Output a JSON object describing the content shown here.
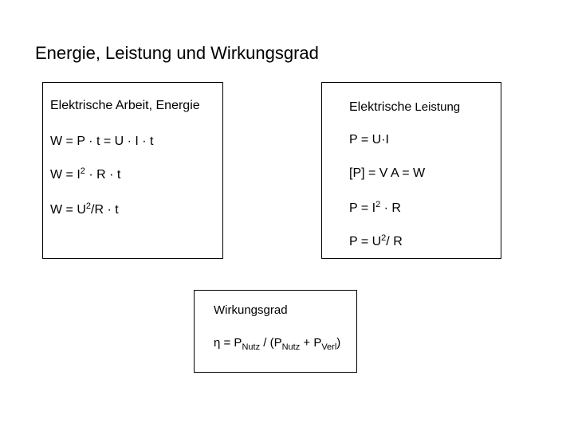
{
  "title": "Energie, Leistung und Wirkungsgrad",
  "left_box": {
    "heading": "Elektrische Arbeit, Energie",
    "formula_1": "W = P · t = U · I · t",
    "formula_2_a": "W = I",
    "formula_2_sup": "2",
    "formula_2_b": " · R · t",
    "formula_3_a": "W = U",
    "formula_3_sup": "2",
    "formula_3_b": "/R · t"
  },
  "right_box": {
    "heading_bold": "Elektrische",
    "heading_light": " Leistung",
    "formula_1": "P  = U·I",
    "formula_2": "[P] = V A = W",
    "formula_3_a": "P  = I",
    "formula_3_sup": "2",
    "formula_3_b": " · R",
    "formula_4_a": "P  = U",
    "formula_4_sup": "2",
    "formula_4_b": "/ R"
  },
  "bottom_box": {
    "heading": "Wirkungsgrad",
    "eta": "η = P",
    "sub_1": "Nutz",
    "mid": " / (P",
    "sub_2": "Nutz",
    "plus": " + P",
    "sub_3": "Verl",
    "end": ")"
  }
}
